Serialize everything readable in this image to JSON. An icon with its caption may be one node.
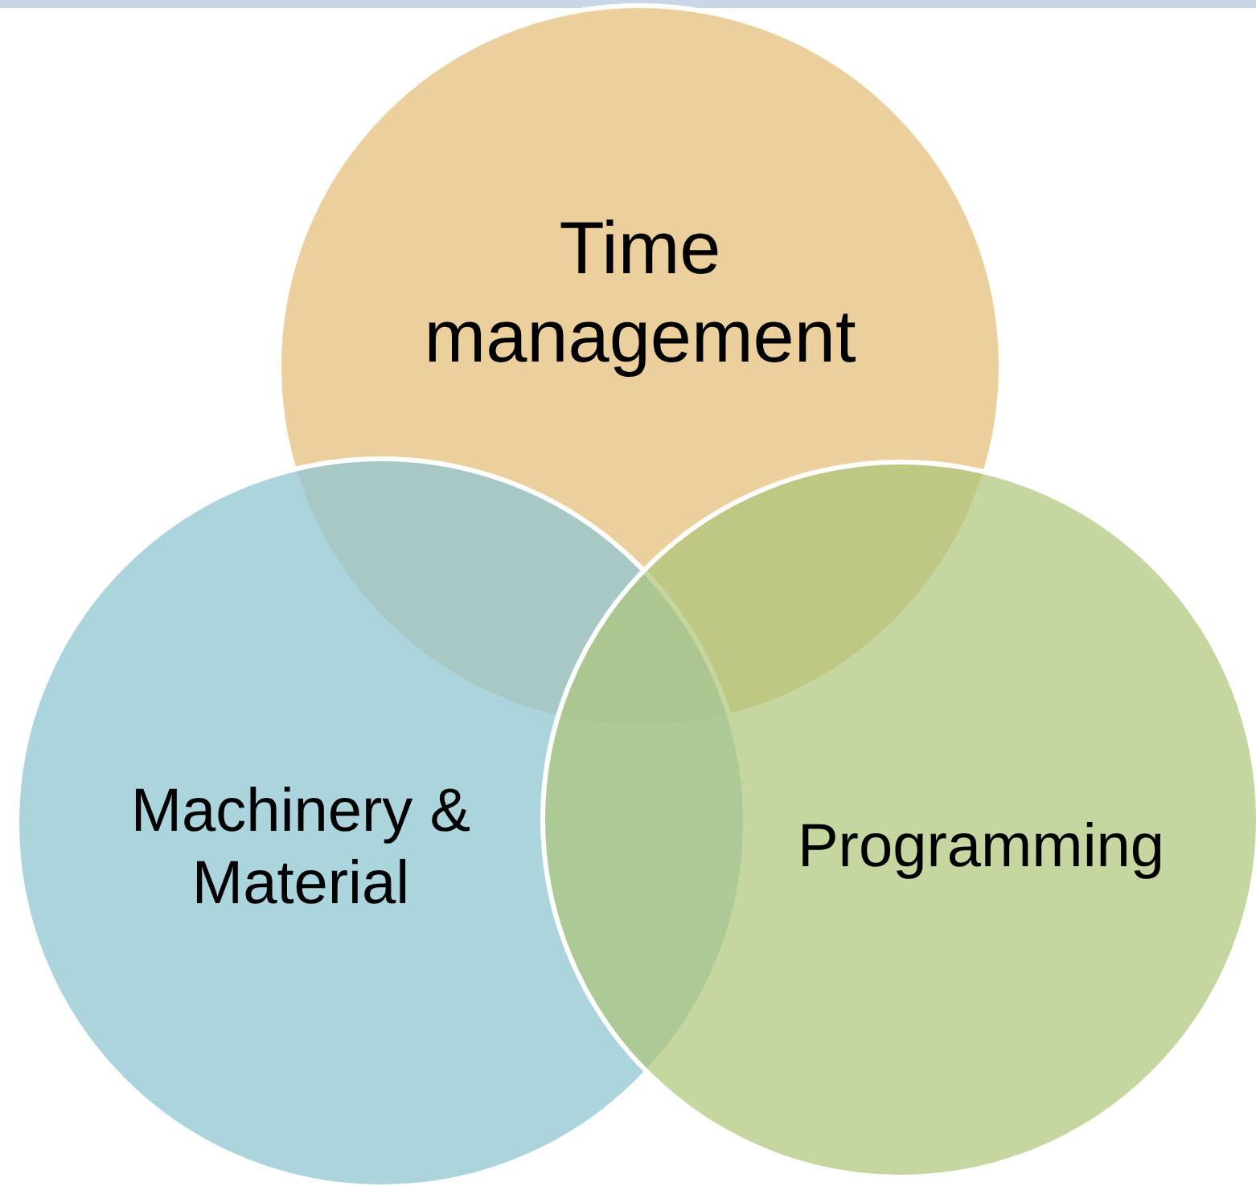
{
  "diagram": {
    "nodes": [
      {
        "text": [
          "Time management"
        ]
      },
      {
        "text": [
          "Machinery & Material"
        ]
      },
      {
        "text": [
          "Programming"
        ]
      }
    ]
  }
}
